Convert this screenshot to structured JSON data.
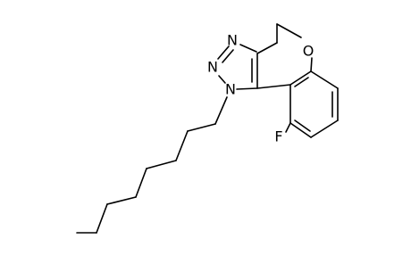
{
  "molecule": {
    "atoms": {
      "N3": "N",
      "N2": "N",
      "N1": "N",
      "O": "O",
      "F": "F"
    },
    "bond_color": "#000000",
    "label_color": "#000000"
  }
}
